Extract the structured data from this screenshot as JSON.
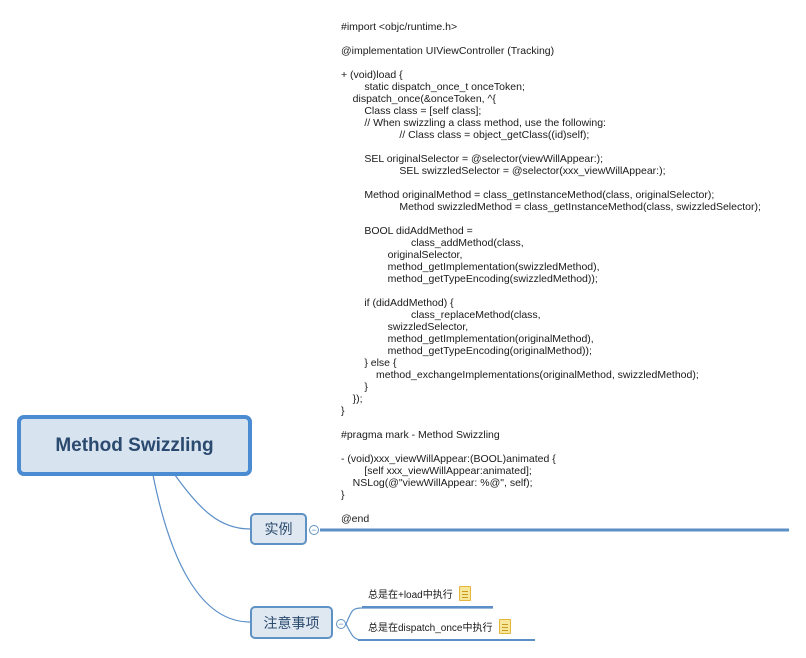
{
  "root": {
    "label": "Method Swizzling"
  },
  "topics": {
    "example": {
      "label": "实例",
      "code": "#import <objc/runtime.h>\n\n@implementation UIViewController (Tracking)\n\n+ (void)load {\n        static dispatch_once_t onceToken;\n    dispatch_once(&onceToken, ^{\n        Class class = [self class];\n        // When swizzling a class method, use the following:\n                    // Class class = object_getClass((id)self);\n\n        SEL originalSelector = @selector(viewWillAppear:);\n                    SEL swizzledSelector = @selector(xxx_viewWillAppear:);\n\n        Method originalMethod = class_getInstanceMethod(class, originalSelector);\n                    Method swizzledMethod = class_getInstanceMethod(class, swizzledSelector);\n\n        BOOL didAddMethod =\n                        class_addMethod(class,\n                originalSelector,\n                method_getImplementation(swizzledMethod),\n                method_getTypeEncoding(swizzledMethod));\n\n        if (didAddMethod) {\n                        class_replaceMethod(class,\n                swizzledSelector,\n                method_getImplementation(originalMethod),\n                method_getTypeEncoding(originalMethod));\n        } else {\n            method_exchangeImplementations(originalMethod, swizzledMethod);\n        }\n    });\n}\n\n#pragma mark - Method Swizzling\n\n- (void)xxx_viewWillAppear:(BOOL)animated {\n        [self xxx_viewWillAppear:animated];\n    NSLog(@\"viewWillAppear: %@\", self);\n}\n\n@end"
    },
    "notes": {
      "label": "注意事项",
      "items": [
        {
          "label": "总是在+load中执行",
          "icon": "note-icon"
        },
        {
          "label": "总是在dispatch_once中执行",
          "icon": "note-icon"
        }
      ]
    }
  },
  "colors": {
    "connector": "#5b8fc7",
    "root_border": "#4a8bd1",
    "root_fill": "#d7e3ef",
    "topic_fill": "#dfe8f1",
    "text": "#2b4a6f"
  }
}
